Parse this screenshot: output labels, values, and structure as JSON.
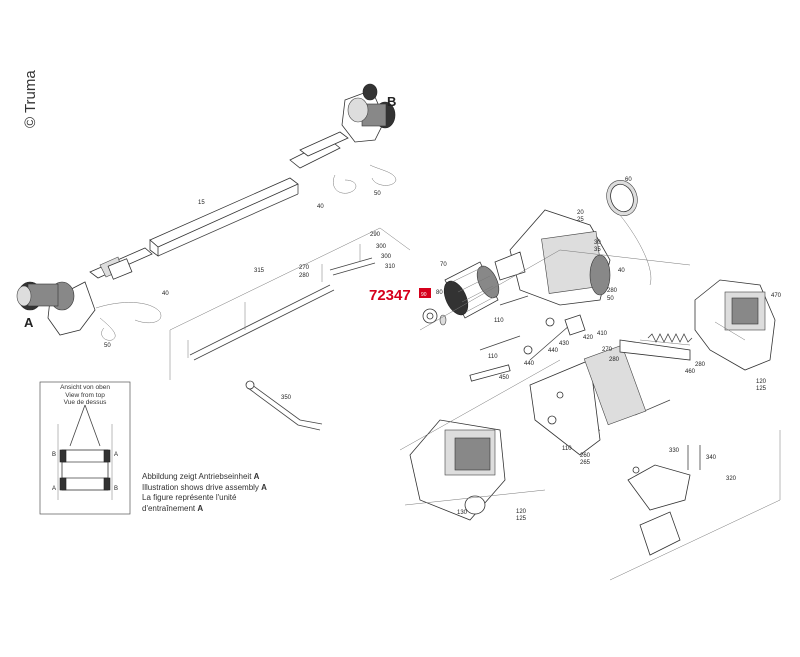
{
  "copyright": "© Truma",
  "assembly_labels": {
    "a": "A",
    "b": "B"
  },
  "highlight": {
    "part_number": "72347",
    "item_ref": "90",
    "color": "#d6001c"
  },
  "view_box": {
    "lines": [
      "Ansicht von oben",
      "View from top",
      "Vue de dessus"
    ],
    "side_labels": [
      "B",
      "A",
      "A",
      "B"
    ]
  },
  "note": {
    "lines": [
      {
        "text": "Abbildung zeigt Antriebseinheit ",
        "bold": "A"
      },
      {
        "text": "Illustration shows drive assembly ",
        "bold": "A"
      },
      {
        "text": "La figure représente l'unité",
        "bold": ""
      },
      {
        "text": "d'entraînement ",
        "bold": "A"
      }
    ]
  },
  "callouts": [
    "15",
    "40",
    "50",
    "60",
    "80",
    "290",
    "300",
    "300",
    "310",
    "315",
    "270",
    "280",
    "350",
    "70",
    "80",
    "110",
    "20",
    "25",
    "30",
    "35",
    "60",
    "40",
    "280",
    "50",
    "410",
    "420",
    "430",
    "440",
    "110",
    "450",
    "460",
    "270",
    "280",
    "260",
    "280",
    "470",
    "120",
    "125",
    "110",
    "260",
    "265",
    "330",
    "340",
    "320",
    "120",
    "125",
    "130",
    "40",
    "50"
  ]
}
